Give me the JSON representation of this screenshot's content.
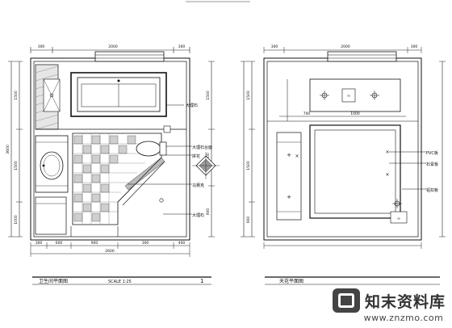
{
  "drawing": {
    "left_plan": {
      "title": "卫生间平面图",
      "scale": "SCALE 1:25",
      "number": "1",
      "top_dims": [
        "300",
        "2000",
        "300"
      ],
      "bottom_dims": [
        "300",
        "600",
        "900",
        "300",
        "400"
      ],
      "bottom_total": "2600",
      "left_dims": [
        "1500",
        "1500",
        "1000"
      ],
      "left_total": "3600",
      "right_dims": [
        "1500",
        "1000",
        "900"
      ],
      "tags": [
        "大理石",
        "大理石台面",
        "拼花",
        "马赛克",
        "大理石"
      ]
    },
    "right_plan": {
      "title": "天花平面图",
      "top_dims": [
        "300",
        "2000",
        "300"
      ],
      "left_dims": [
        "1500",
        "1500",
        "900"
      ],
      "mid_dims": [
        "700",
        "1000"
      ],
      "tags": [
        "PVC板",
        "石膏板",
        "铝扣板"
      ]
    }
  },
  "watermark": {
    "brand": "知末资料库",
    "url": "www.znzmo.com"
  }
}
